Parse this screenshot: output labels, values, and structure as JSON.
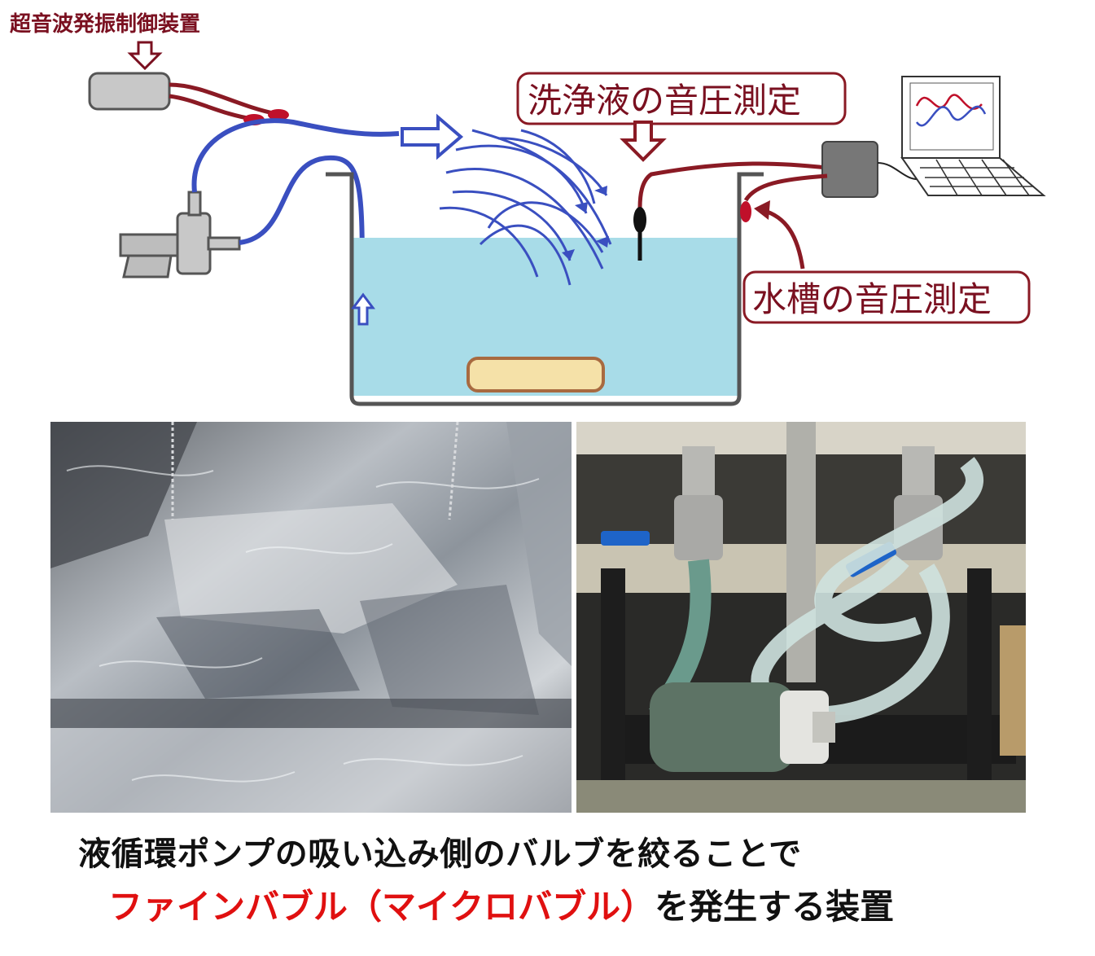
{
  "labels": {
    "ultrasonic_controller": "超音波発振制御装置",
    "cleaning_liquid_pressure": "洗浄液の音圧測定",
    "tank_pressure": "水槽の音圧測定"
  },
  "photos": {
    "left": "ultrasonic-tank-water-surface-photo",
    "right": "pump-valve-hose-assembly-photo"
  },
  "caption": {
    "line1": "液循環ポンプの吸い込み側のバルブを絞ることで",
    "line2_highlight": "ファインバブル（マイクロバブル）",
    "line2_rest": "を発生する装置"
  },
  "colors": {
    "label_dark_red": "#7a1020",
    "water_light_blue": "#a8dce8",
    "hose_blue": "#3a4fc0",
    "highlight_red": "#e01010"
  }
}
